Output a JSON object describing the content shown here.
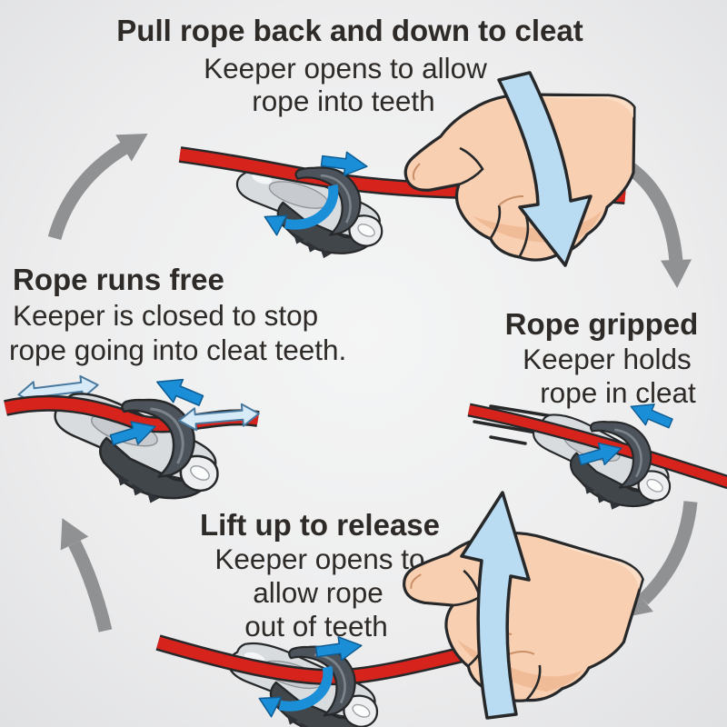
{
  "figure": {
    "type": "instructional-cycle-diagram",
    "subject": "cam cleat rope handling",
    "steps": {
      "pull": {
        "title": "Pull rope back and down to cleat",
        "sub_lines": [
          "Keeper opens to allow",
          "rope into teeth"
        ]
      },
      "gripped": {
        "title": "Rope gripped",
        "sub_lines": [
          "Keeper holds",
          "rope in cleat"
        ]
      },
      "release": {
        "title": "Lift up to release",
        "sub_lines": [
          "Keeper opens to",
          "allow rope",
          "out of teeth"
        ]
      },
      "free": {
        "title": "Rope runs free",
        "sub_lines": [
          "Keeper is closed to stop",
          "rope going into cleat teeth."
        ]
      }
    },
    "cycle_order": [
      "pull",
      "gripped",
      "release",
      "free"
    ],
    "icons": {
      "cycle_connector": "curved-gray-arrow",
      "hand_motion": "large-light-blue-curved-arrow",
      "keeper_motion": "small-blue-arrow",
      "rope_free_motion": "double-headed-pale-blue-arrow",
      "speed_lines": "black-motion-lines"
    },
    "palette": {
      "background": "#eeefef",
      "background_edge": "#dfe0e2",
      "text": "#2d2a27",
      "rope_red": "#d6231c",
      "outline_dark": "#26282a",
      "gray_arrow": "#8f9193",
      "big_arrow_blue": "#badcf3",
      "small_arrow_blue": "#1b8ed8",
      "double_arrow_blue": "#d6eaf8",
      "skin": "#f8cfb1",
      "skin_shadow": "#efb793",
      "cleat_silver": "#d9dcdf",
      "cleat_dark": "#41464b",
      "keeper_gray": "#4d535a"
    }
  }
}
